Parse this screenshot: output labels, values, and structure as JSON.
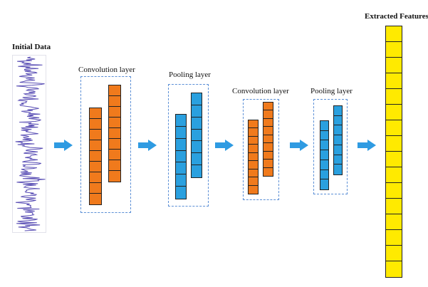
{
  "labels": {
    "initial_data": "Initial Data",
    "conv1": "Convolution layer",
    "pool1": "Pooling layer",
    "conv2": "Convolution layer",
    "pool2": "Pooling layer",
    "features": "Extracted Features"
  },
  "colors": {
    "convolution": "#f07a1c",
    "pooling": "#2aa0df",
    "features": "#ffea00",
    "arrow": "#2f9be2",
    "dashed_border": "#5b8fd6",
    "signal": "#5a4fb5"
  },
  "icons": [
    "right-arrow-icon"
  ]
}
